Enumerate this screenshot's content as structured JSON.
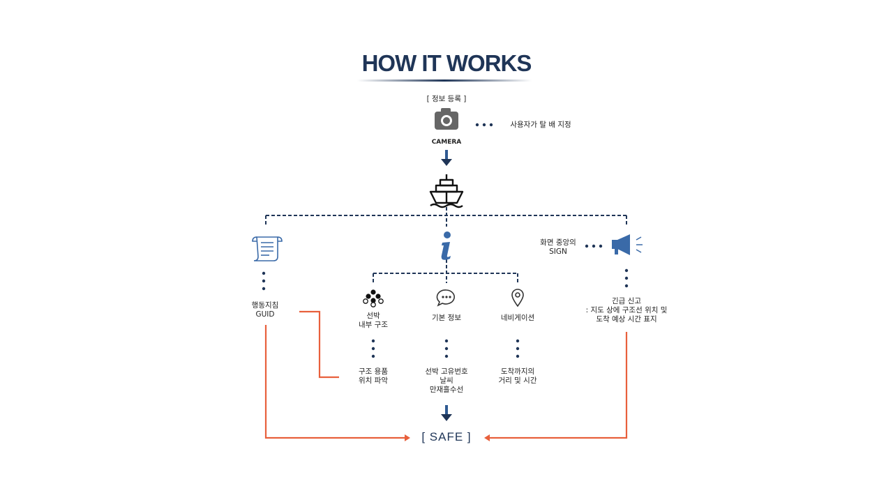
{
  "title": "HOW IT WORKS",
  "top": {
    "register_label": "[ 정보 등록 ]",
    "camera_label": "CAMERA",
    "user_spec": "사용자가 탈 배 지정"
  },
  "left": {
    "guide_label_1": "행동지침",
    "guide_label_2": "GUID"
  },
  "right": {
    "sign_label_1": "화면 중앙의",
    "sign_label_2": "SIGN",
    "emergency_1": "긴급 신고",
    "emergency_2": ": 지도 상에 구조선 위치 및",
    "emergency_3": "도착 예상 시간 표지"
  },
  "branches": {
    "ship_structure_1": "선박",
    "ship_structure_2": "내부 구조",
    "basic_info": "기본 정보",
    "navigation": "네비게이션",
    "rescue_1": "구조 용품",
    "rescue_2": "위치 파악",
    "id_1": "선박 고유번호",
    "id_2": "날씨",
    "id_3": "만재흘수선",
    "arrival_1": "도착까지의",
    "arrival_2": "거리 및 시간"
  },
  "safe_label": "[ SAFE ]",
  "colors": {
    "navy": "#1f3557",
    "orange": "#e8603c",
    "blue": "#3a6aa8",
    "gray": "#666666"
  }
}
